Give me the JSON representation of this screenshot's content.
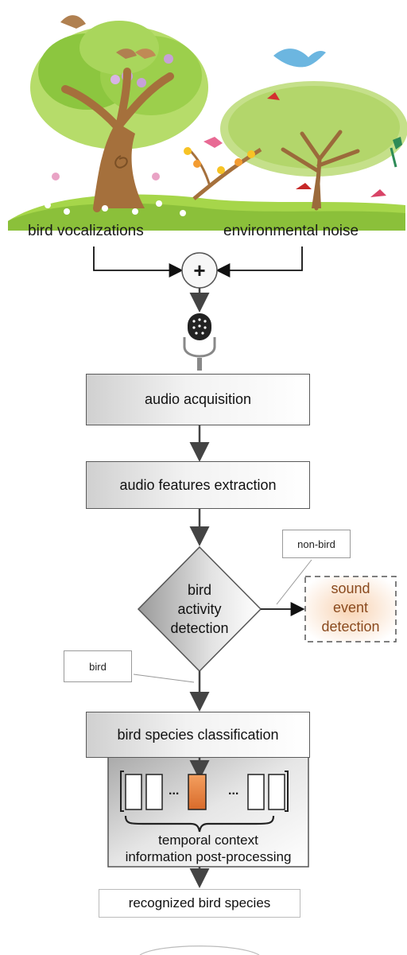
{
  "scene": {
    "left_label": "bird vocalizations",
    "right_label": "environmental noise"
  },
  "mixer": {
    "symbol": "+"
  },
  "flow": {
    "audio_acquisition": "audio acquisition",
    "feature_extraction": "audio features extraction",
    "bird_activity_detection": [
      "bird",
      "activity",
      "detection"
    ],
    "non_bird_tag": "non-bird",
    "bird_tag": "bird",
    "sound_event_detection": [
      "sound",
      "event",
      "detection"
    ],
    "species_classification": "bird species classification",
    "temporal_context": [
      "temporal context",
      "information post-processing"
    ],
    "ellipsis": "...",
    "recognized": "recognized bird species"
  },
  "colors": {
    "tree_leaf": "#8cc63f",
    "grass": "#a6d64a",
    "trunk": "#a5703c",
    "accent_orange": "#e8803a",
    "box_border": "#5a5a5a"
  }
}
